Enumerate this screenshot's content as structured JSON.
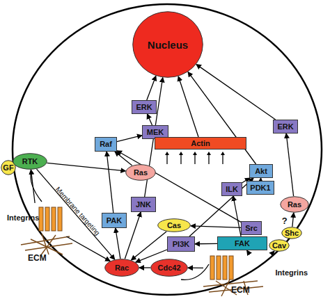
{
  "diagram": {
    "nodes": [
      {
        "text": [
          "Nucleus"
        ]
      },
      {
        "text": [
          "ERK"
        ]
      },
      {
        "text": [
          "ERK"
        ]
      },
      {
        "text": [
          "MEK"
        ]
      },
      {
        "text": [
          "Raf"
        ]
      },
      {
        "text": [
          "Actin"
        ]
      },
      {
        "text": [
          "GF"
        ]
      },
      {
        "text": [
          "RTK"
        ]
      },
      {
        "text": [
          "Ras"
        ]
      },
      {
        "text": [
          "Akt"
        ]
      },
      {
        "text": [
          "PDK1"
        ]
      },
      {
        "text": [
          "ILK"
        ]
      },
      {
        "text": [
          "JNK"
        ]
      },
      {
        "text": [
          "Ras"
        ]
      },
      {
        "text": [
          "Integrins"
        ]
      },
      {
        "text": [
          "PAK"
        ]
      },
      {
        "text": [
          "Cas"
        ]
      },
      {
        "text": [
          "Src"
        ]
      },
      {
        "text": [
          "Shc"
        ]
      },
      {
        "text": [
          "PI3K"
        ]
      },
      {
        "text": [
          "FAK"
        ]
      },
      {
        "text": [
          "Cav"
        ]
      },
      {
        "text": [
          "Rac"
        ]
      },
      {
        "text": [
          "Cdc42"
        ]
      },
      {
        "text": [
          "Integrins"
        ]
      }
    ],
    "edges": [
      {
        "from": 8,
        "to": 4,
        "arrow": "to"
      },
      {
        "from": 4,
        "to": 3,
        "arrow": "to"
      },
      {
        "from": 3,
        "to": 1,
        "arrow": "to"
      },
      {
        "from": 1,
        "to": 0,
        "arrow": "to"
      },
      {
        "from": 2,
        "to": 0,
        "arrow": "to"
      },
      {
        "from": 5,
        "to": 0,
        "arrow": "to"
      },
      {
        "from": 9,
        "to": 0,
        "arrow": "to"
      },
      {
        "from": 12,
        "to": 0,
        "arrow": "to"
      },
      {
        "from": 7,
        "to": 8,
        "arrow": "to"
      },
      {
        "from": 7,
        "to": 22,
        "label": "Membrane targeting",
        "arrow": "to"
      },
      {
        "from": 14,
        "to": 7,
        "arrow": "to"
      },
      {
        "from": 14,
        "to": 22,
        "arrow": "to"
      },
      {
        "from": 15,
        "to": 4,
        "arrow": "to"
      },
      {
        "from": 22,
        "to": 15,
        "arrow": "to"
      },
      {
        "from": 22,
        "to": 12,
        "arrow": "to"
      },
      {
        "from": 23,
        "to": 22,
        "arrow": "to"
      },
      {
        "from": 16,
        "to": 22,
        "arrow": "to"
      },
      {
        "from": 19,
        "to": 22,
        "arrow": "to"
      },
      {
        "from": 19,
        "to": 9,
        "arrow": "to"
      },
      {
        "from": 11,
        "to": 9,
        "arrow": "to"
      },
      {
        "from": 10,
        "to": 9,
        "arrow": "to"
      },
      {
        "from": 20,
        "to": 19,
        "arrow": "to"
      },
      {
        "from": 17,
        "to": 16,
        "arrow": "to"
      },
      {
        "from": 17,
        "to": 4,
        "arrow": "to"
      },
      {
        "from": 20,
        "to": 11,
        "arrow": "to"
      },
      {
        "from": 13,
        "to": 2,
        "arrow": "to"
      },
      {
        "from": 18,
        "to": 13,
        "label": "?",
        "arrow": "to"
      },
      {
        "from": 24,
        "to": 20,
        "arrow": "to"
      },
      {
        "from": 24,
        "to": 21,
        "arrow": "to"
      },
      {
        "from": 24,
        "to": 23,
        "arrow": "to"
      }
    ],
    "labels": [
      "ECM",
      "ECM"
    ]
  }
}
